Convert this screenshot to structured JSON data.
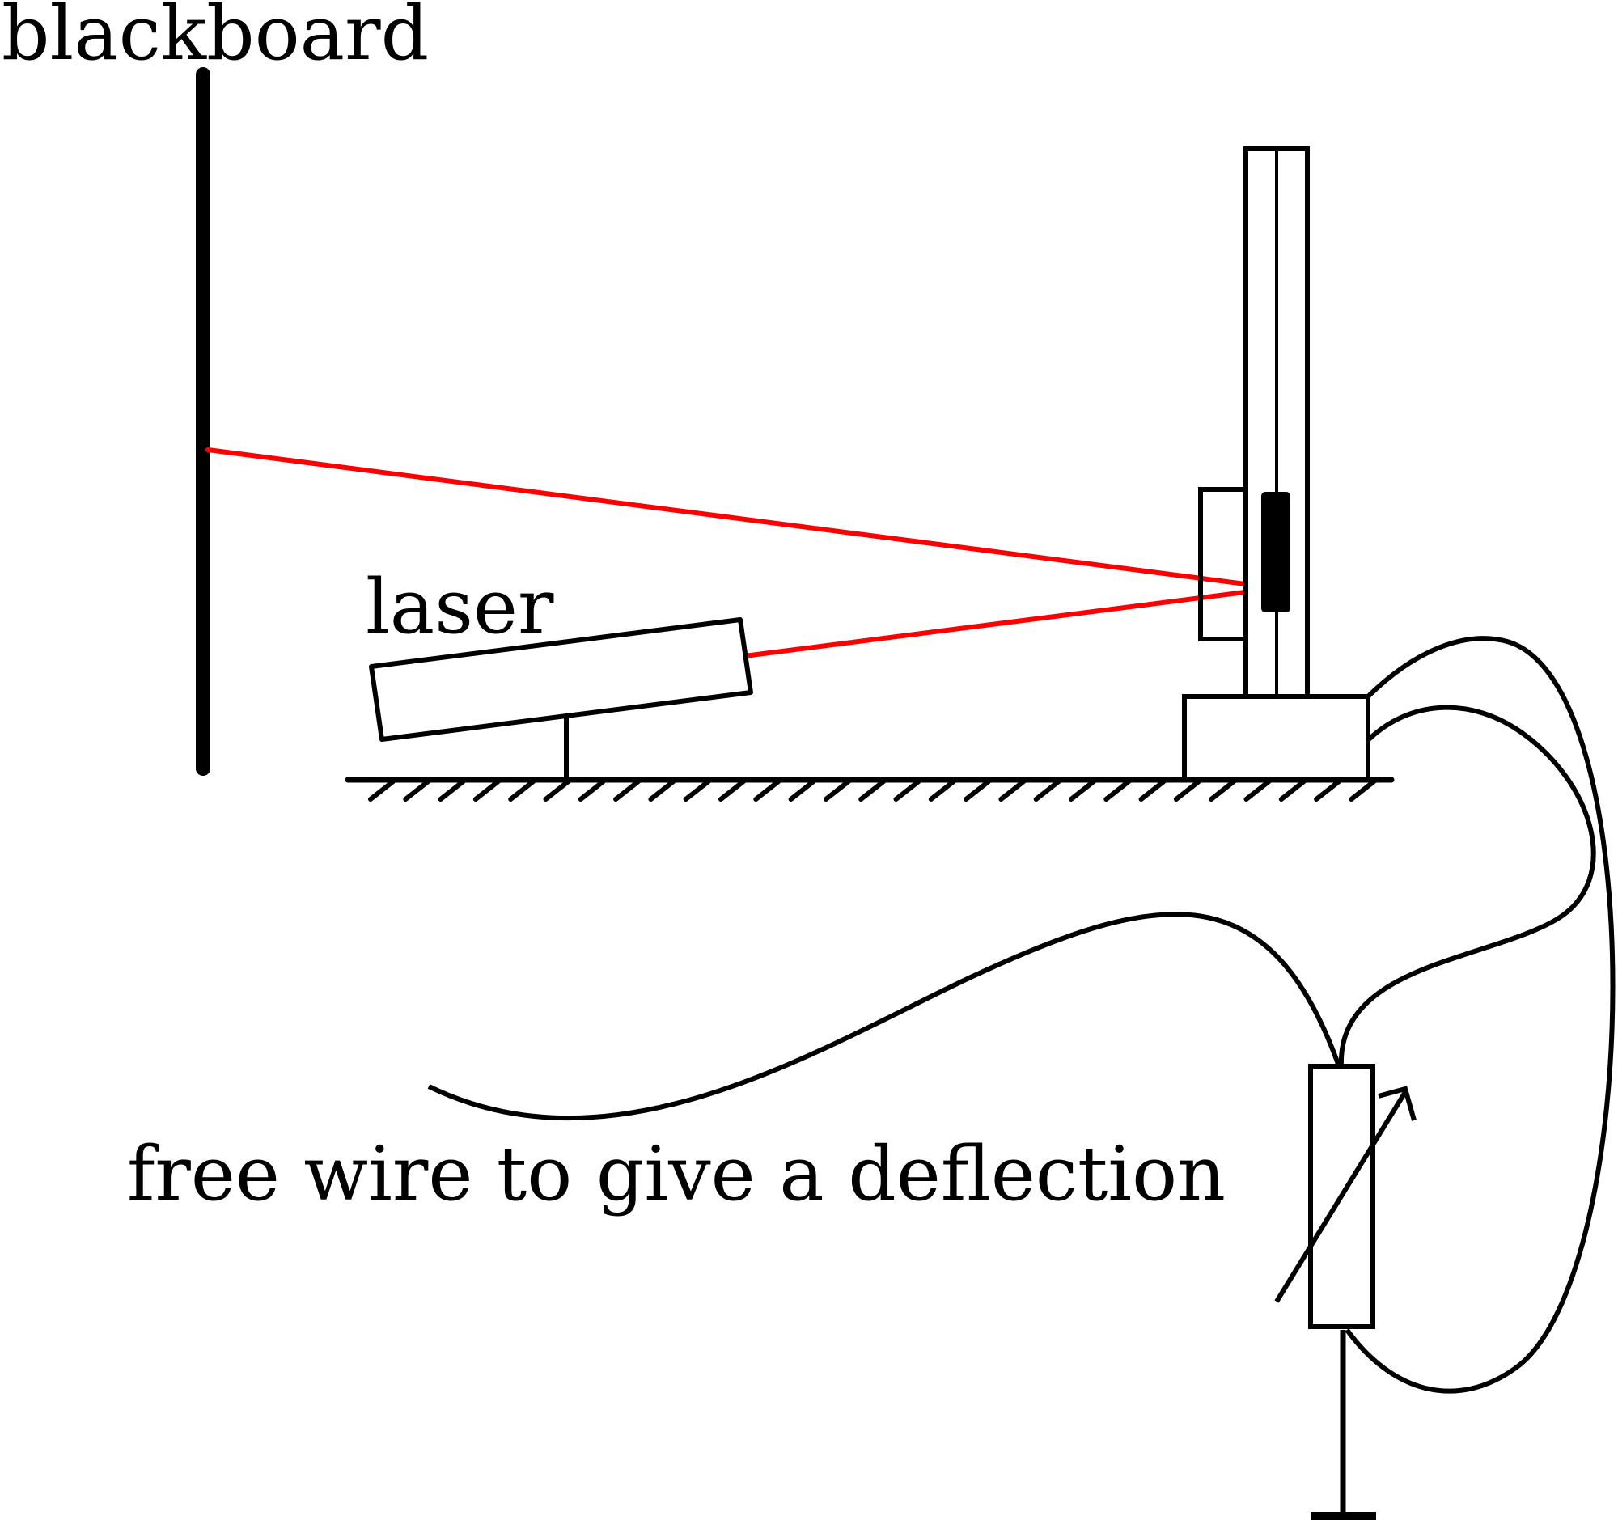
{
  "labels": {
    "blackboard": "blackboard",
    "laser": "laser",
    "free_wire": "free wire to give a deflection"
  },
  "colors": {
    "ink": "#000000",
    "beam": "#ff0000",
    "background": "#ffffff"
  }
}
